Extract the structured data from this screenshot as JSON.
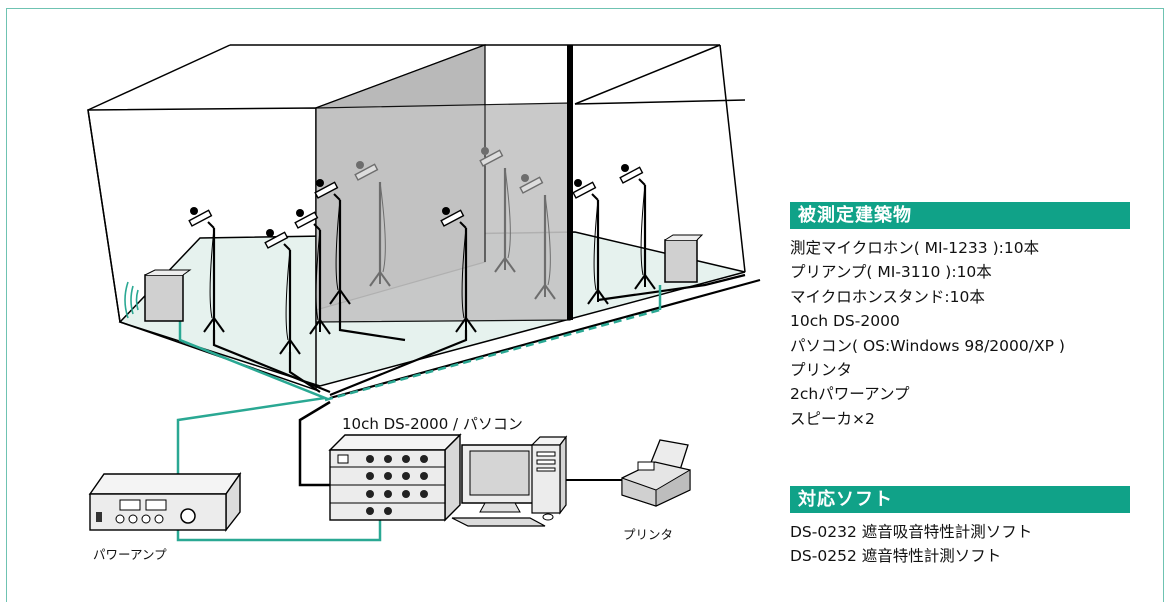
{
  "labels": {
    "ds_pc": "10ch DS-2000 / パソコン",
    "printer": "プリンタ",
    "power_amp": "パワーアンプ"
  },
  "building_section": {
    "title": "被測定建築物",
    "items": [
      "測定マイクロホン( MI-1233 ):10本",
      "プリアンプ( MI-3110 ):10本",
      "マイクロホンスタンド:10本",
      "10ch DS-2000",
      "パソコン( OS:Windows 98/2000/XP )",
      "プリンタ",
      "2chパワーアンプ",
      "スピーカ×2"
    ]
  },
  "software_section": {
    "title": "対応ソフト",
    "items": [
      "DS-0232 遮音吸音特性計測ソフト",
      "DS-0252 遮音特性計測ソフト"
    ]
  },
  "colors": {
    "accent": "#10a288",
    "cable_teal": "#2aa893",
    "floor": "#e6f2ee",
    "room_gray": "#b9b9b9"
  }
}
